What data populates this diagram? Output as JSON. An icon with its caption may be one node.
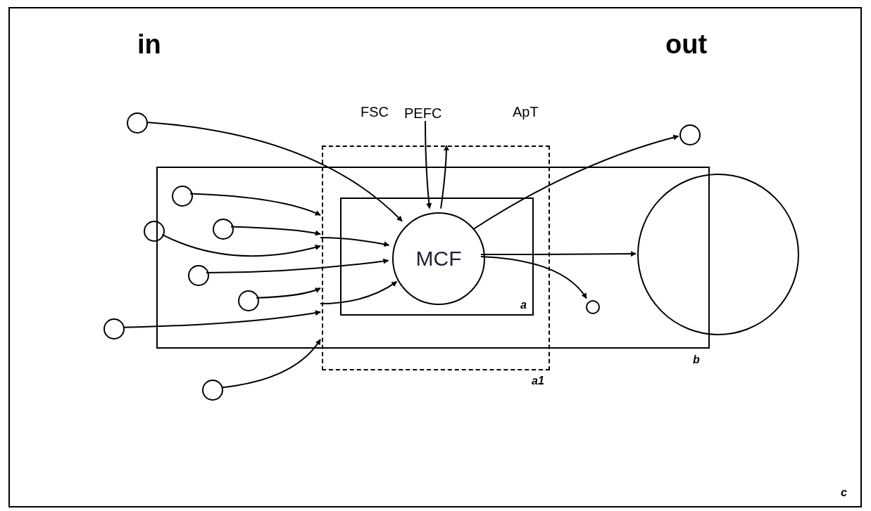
{
  "diagram": {
    "nodes": [
      {
        "text": [
          "c"
        ]
      },
      {
        "text": [],
        "shape": "circle",
        "in": 0
      },
      {
        "text": [],
        "shape": "circle",
        "in": 0
      },
      {
        "text": [
          "b"
        ],
        "in": 0
      },
      {
        "text": [
          "a1"
        ],
        "in": 0
      },
      {
        "text": [
          "a"
        ],
        "in": 4
      },
      {
        "text": [
          "MCF"
        ],
        "in": 5
      },
      {
        "text": [],
        "shape": "circle",
        "in": 3
      },
      {
        "text": [],
        "shape": "circle",
        "in": 3
      },
      {
        "text": [],
        "shape": "circle",
        "in": 0
      },
      {
        "text": [],
        "shape": "circle",
        "in": 3
      },
      {
        "text": [],
        "shape": "circle",
        "in": 3
      },
      {
        "text": [],
        "shape": "circle",
        "in": 3
      },
      {
        "text": [],
        "shape": "circle",
        "in": 0
      },
      {
        "text": [],
        "shape": "circle",
        "in": 0
      },
      {
        "text": [],
        "shape": "circle",
        "in": 0
      },
      {
        "text": [
          "PEFC"
        ],
        "in": 0
      }
    ],
    "edges": [
      {
        "from": 1,
        "to": 6,
        "arrow": "to"
      },
      {
        "from": 7,
        "to": 4,
        "arrow": "to"
      },
      {
        "from": 8,
        "to": 4,
        "arrow": "to"
      },
      {
        "from": 9,
        "to": 4,
        "arrow": "to"
      },
      {
        "from": 4,
        "to": 6,
        "arrow": "to"
      },
      {
        "from": 10,
        "to": 6,
        "arrow": "to"
      },
      {
        "from": 11,
        "to": 4,
        "arrow": "to"
      },
      {
        "from": 4,
        "to": 6,
        "arrow": "to"
      },
      {
        "from": 14,
        "to": 4,
        "arrow": "to"
      },
      {
        "from": 15,
        "to": 4,
        "arrow": "to"
      },
      {
        "from": 16,
        "to": 6,
        "arrow": "to"
      },
      {
        "from": 6,
        "to": null,
        "arrow": "to"
      },
      {
        "from": 6,
        "to": 2,
        "arrow": "to"
      },
      {
        "from": 6,
        "to": 13,
        "arrow": "to"
      },
      {
        "from": 6,
        "to": 12,
        "arrow": "to"
      }
    ],
    "labels": [
      "in",
      "out",
      "FSC",
      "ApT"
    ]
  }
}
